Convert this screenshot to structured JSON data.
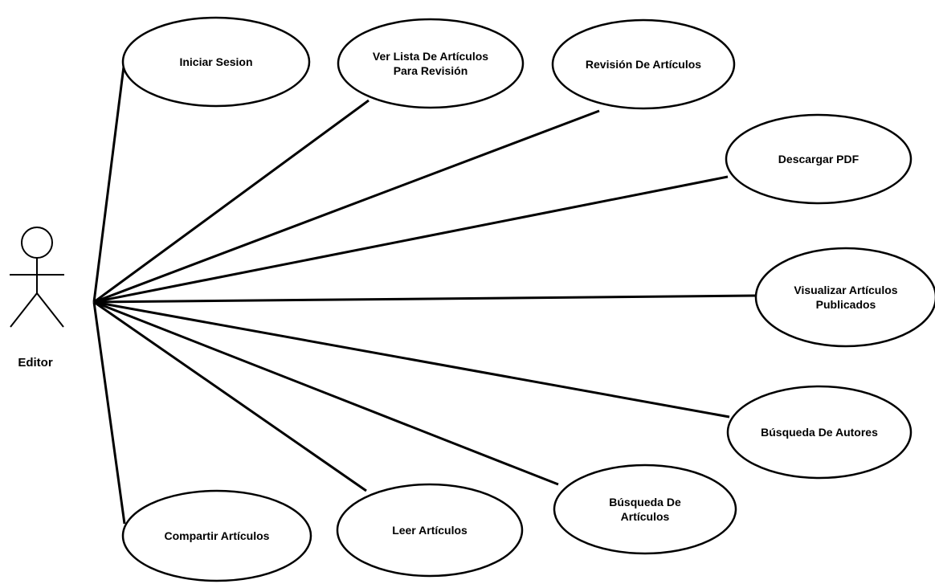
{
  "diagram": {
    "type": "use-case",
    "actor": {
      "label": "Editor"
    },
    "use_cases": [
      {
        "id": "iniciar-sesion",
        "lines": [
          "Iniciar Sesion"
        ]
      },
      {
        "id": "ver-lista",
        "lines": [
          "Ver Lista De Artículos",
          "Para Revisión"
        ]
      },
      {
        "id": "revision",
        "lines": [
          "Revisión De Artículos"
        ]
      },
      {
        "id": "descargar-pdf",
        "lines": [
          "Descargar PDF"
        ]
      },
      {
        "id": "visualizar",
        "lines": [
          "Visualizar Artículos",
          "Publicados"
        ]
      },
      {
        "id": "busqueda-autores",
        "lines": [
          "Búsqueda De Autores"
        ]
      },
      {
        "id": "busqueda-articulos",
        "lines": [
          "Búsqueda De",
          "Artículos"
        ]
      },
      {
        "id": "leer",
        "lines": [
          "Leer Artículos"
        ]
      },
      {
        "id": "compartir",
        "lines": [
          "Compartir Artículos"
        ]
      }
    ],
    "colors": {
      "line": "#000000",
      "fill": "#ffffff",
      "text": "#000000"
    }
  }
}
